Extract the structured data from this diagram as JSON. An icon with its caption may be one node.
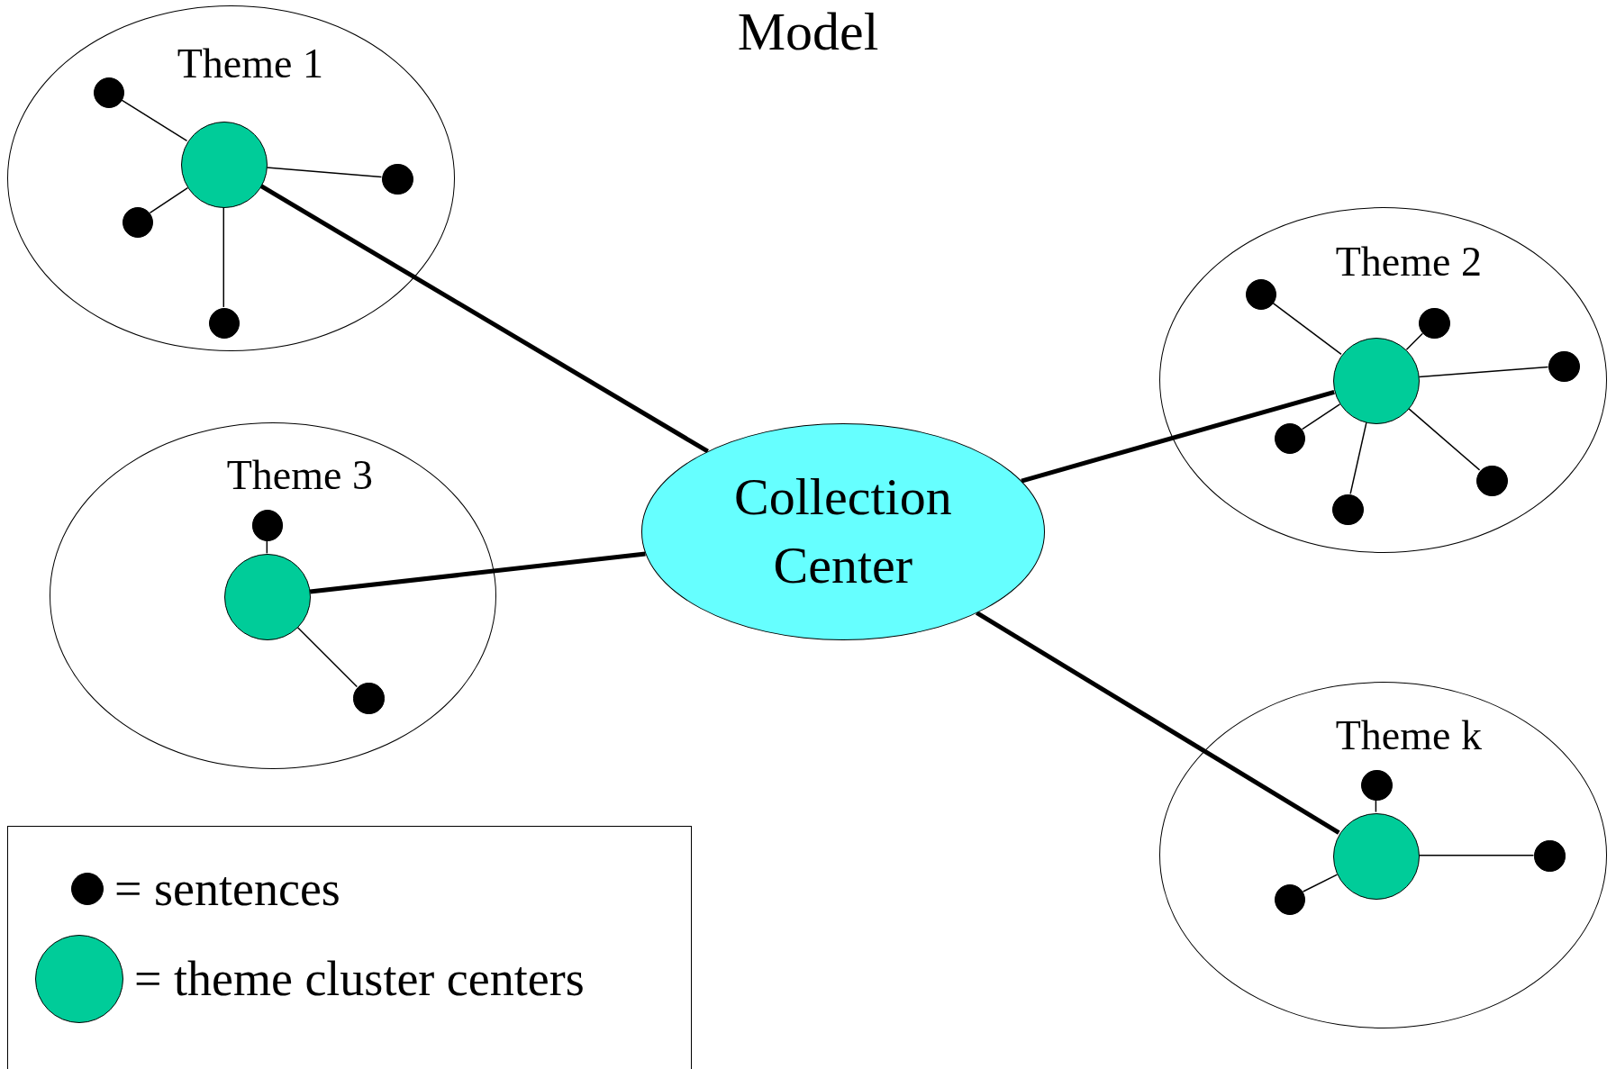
{
  "diagram": {
    "title": "Model",
    "nodes": [
      {
        "text": [
          "Theme 1"
        ]
      },
      {
        "text": [],
        "shape": "circle",
        "in": 0
      },
      {
        "text": [],
        "shape": "circle",
        "in": 0
      },
      {
        "text": [],
        "shape": "circle",
        "in": 0
      },
      {
        "text": [],
        "shape": "circle",
        "in": 0
      },
      {
        "text": [],
        "shape": "circle",
        "in": 0
      },
      {
        "text": [
          "Theme 2"
        ]
      },
      {
        "text": [],
        "shape": "circle",
        "in": 6
      },
      {
        "text": [],
        "shape": "circle",
        "in": 6
      },
      {
        "text": [],
        "shape": "circle",
        "in": 6
      },
      {
        "text": [],
        "shape": "circle",
        "in": 6
      },
      {
        "text": [],
        "shape": "circle",
        "in": 6
      },
      {
        "text": [],
        "shape": "circle",
        "in": 6
      },
      {
        "text": [],
        "shape": "circle",
        "in": 6
      },
      {
        "text": [
          "Theme 3"
        ]
      },
      {
        "text": [],
        "shape": "circle",
        "in": 14
      },
      {
        "text": [],
        "shape": "circle",
        "in": 14
      },
      {
        "text": [],
        "shape": "circle",
        "in": 14
      },
      {
        "text": [
          "Collection Center"
        ]
      },
      {
        "text": [
          "Theme k"
        ]
      },
      {
        "text": [],
        "shape": "circle",
        "in": 19
      },
      {
        "text": [],
        "shape": "circle",
        "in": 19
      },
      {
        "text": [],
        "shape": "circle",
        "in": 19
      },
      {
        "text": [],
        "shape": "circle",
        "in": 19
      }
    ],
    "edges": [
      {
        "from": 1,
        "to": 2,
        "arrow": "none"
      },
      {
        "from": 1,
        "to": 3,
        "arrow": "none"
      },
      {
        "from": 1,
        "to": 4,
        "arrow": "none"
      },
      {
        "from": 1,
        "to": 5,
        "arrow": "none"
      },
      {
        "from": 7,
        "to": 8,
        "arrow": "none"
      },
      {
        "from": 7,
        "to": 9,
        "arrow": "none"
      },
      {
        "from": 7,
        "to": 10,
        "arrow": "none"
      },
      {
        "from": 7,
        "to": 11,
        "arrow": "none"
      },
      {
        "from": 7,
        "to": 12,
        "arrow": "none"
      },
      {
        "from": 7,
        "to": 13,
        "arrow": "none"
      },
      {
        "from": 15,
        "to": 16,
        "arrow": "none"
      },
      {
        "from": 15,
        "to": 17,
        "arrow": "none"
      },
      {
        "from": 20,
        "to": 21,
        "arrow": "none"
      },
      {
        "from": 20,
        "to": 22,
        "arrow": "none"
      },
      {
        "from": 20,
        "to": 23,
        "arrow": "none"
      },
      {
        "from": 1,
        "to": 18,
        "arrow": "none",
        "style": "thick"
      },
      {
        "from": 7,
        "to": 18,
        "arrow": "none",
        "style": "thick"
      },
      {
        "from": 15,
        "to": 18,
        "arrow": "none",
        "style": "thick"
      },
      {
        "from": 20,
        "to": 18,
        "arrow": "none",
        "style": "thick"
      }
    ],
    "legend": [
      {
        "text": "= sentences",
        "color": "#000000"
      },
      {
        "text": "= theme cluster centers",
        "color": "#00cc99"
      }
    ]
  }
}
